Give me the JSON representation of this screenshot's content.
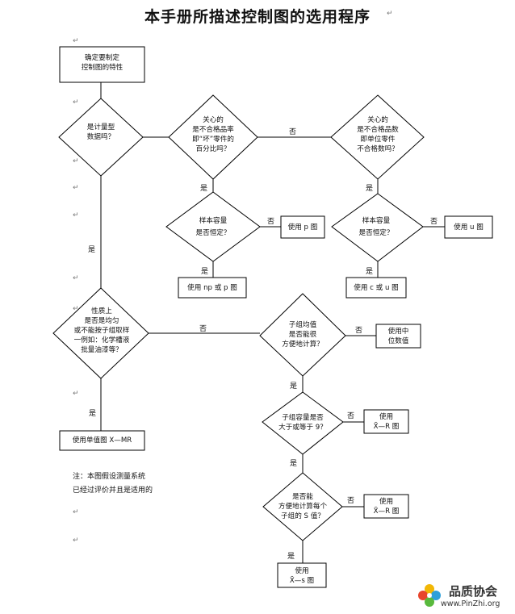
{
  "page": {
    "title": "本手册所描述控制图的选用程序",
    "para_mark": "↵"
  },
  "nodes": {
    "start": "确定要制定\n控制图的特性",
    "q_measurement": "是计量型\n数据吗？",
    "q_defect_ratio": "关心的\n是不合格品率\n即“坏”零件的\n百分比吗？",
    "q_defect_count": "关心的\n是不合格品数\n即单位零件\n不合格数吗？",
    "q_sample_p": "样本容量\n是否恒定？",
    "q_sample_c": "样本容量\n是否恒定？",
    "chart_p": "使用 p 图",
    "chart_u": "使用 u 图",
    "chart_np": "使用 np 或 p 图",
    "chart_c": "使用 c 或 u 图",
    "q_homogeneous": "性质上\n是否是均匀\n或不能按子组取样\n一例如：化学槽液\n批量油漆等？",
    "q_subgroup_mean": "子组均值\n是否能很\n方便地计算？",
    "chart_median": "使用中\n位数值",
    "q_subgroup_size": "子组容量是否\n大于或等于 9？",
    "chart_xr1": "使用\nX̄—R 图",
    "q_calc_s": "是否能\n方便地计算每个\n子组的 S 值？",
    "chart_xr2": "使用\nX̄—R 图",
    "chart_xs": "使用\nX̄—s 图",
    "chart_individual": "使用单值图 X—MR"
  },
  "labels": {
    "yes": "是",
    "no": "否"
  },
  "note": [
    "注：本图假设测量系统",
    "已经过评价并且是适用的"
  ],
  "logo": {
    "name": "品质协会",
    "url": "www.PinZhi.org"
  }
}
